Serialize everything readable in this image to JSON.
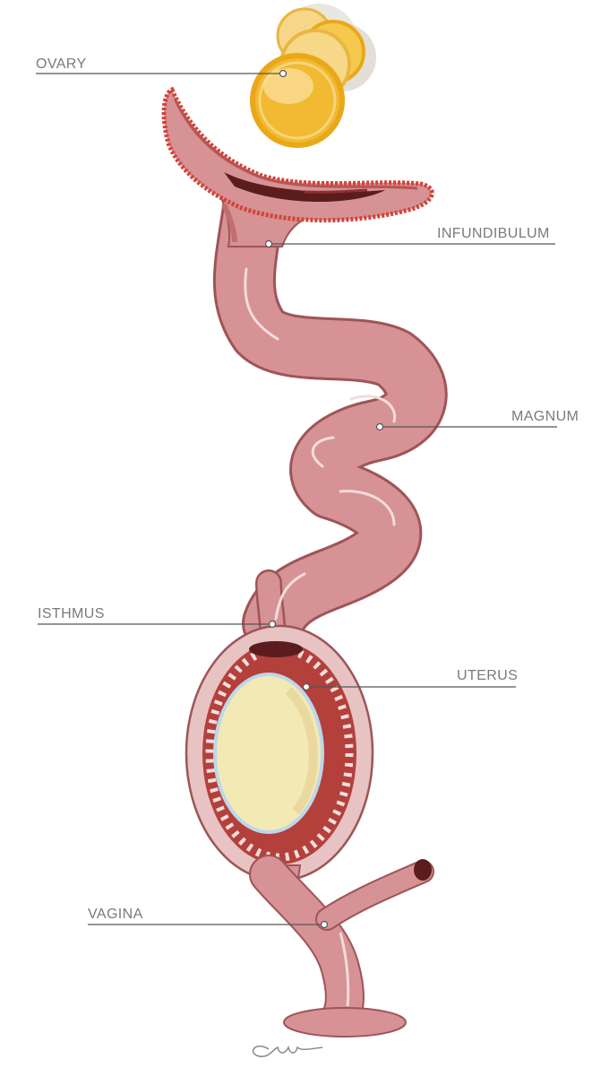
{
  "labels": {
    "ovary": "OVARY",
    "infundibulum": "INFUNDIBULUM",
    "magnum": "MAGNUM",
    "isthmus": "ISTHMUS",
    "uterus": "UTERUS",
    "vagina": "VAGINA"
  },
  "colors": {
    "tract_fill": "#d69294",
    "tract_outline": "#9e5557",
    "tract_inner_line": "#f4dcdc",
    "fimbria": "#d2433a",
    "uterus_wall": "#b4403c",
    "uterus_outer": "#e7c3c3",
    "yolk": "#f2b933",
    "yolk_rim": "#e9a818",
    "egg": "#f3e9b5",
    "egg_shell_edge": "#bcd8ea"
  },
  "signature": "CAP"
}
